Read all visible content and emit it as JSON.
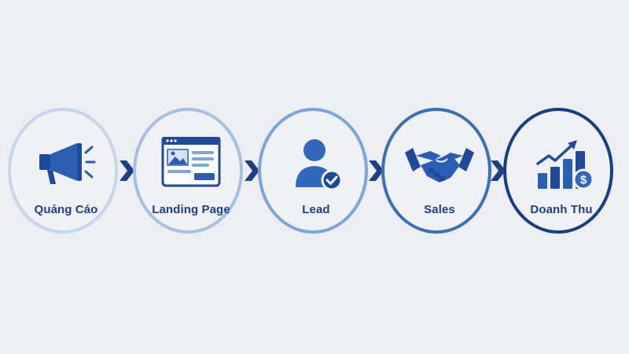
{
  "steps": [
    {
      "label": "Quảng Cáo",
      "icon": "megaphone-icon"
    },
    {
      "label": "Landing Page",
      "icon": "landing-page-icon"
    },
    {
      "label": "Lead",
      "icon": "user-check-icon"
    },
    {
      "label": "Sales",
      "icon": "handshake-icon"
    },
    {
      "label": "Doanh Thu",
      "icon": "revenue-chart-icon"
    }
  ],
  "colors": {
    "background": "#eceef1",
    "label": "#1f3f86",
    "icon_primary": "#2b5db3",
    "arrow": "#1d3f86",
    "ring_1": "#c5d5ec",
    "ring_2": "#a6c0e3",
    "ring_3": "#7da5d8",
    "ring_4": "#3d6eb8",
    "ring_5": "#173e85"
  }
}
